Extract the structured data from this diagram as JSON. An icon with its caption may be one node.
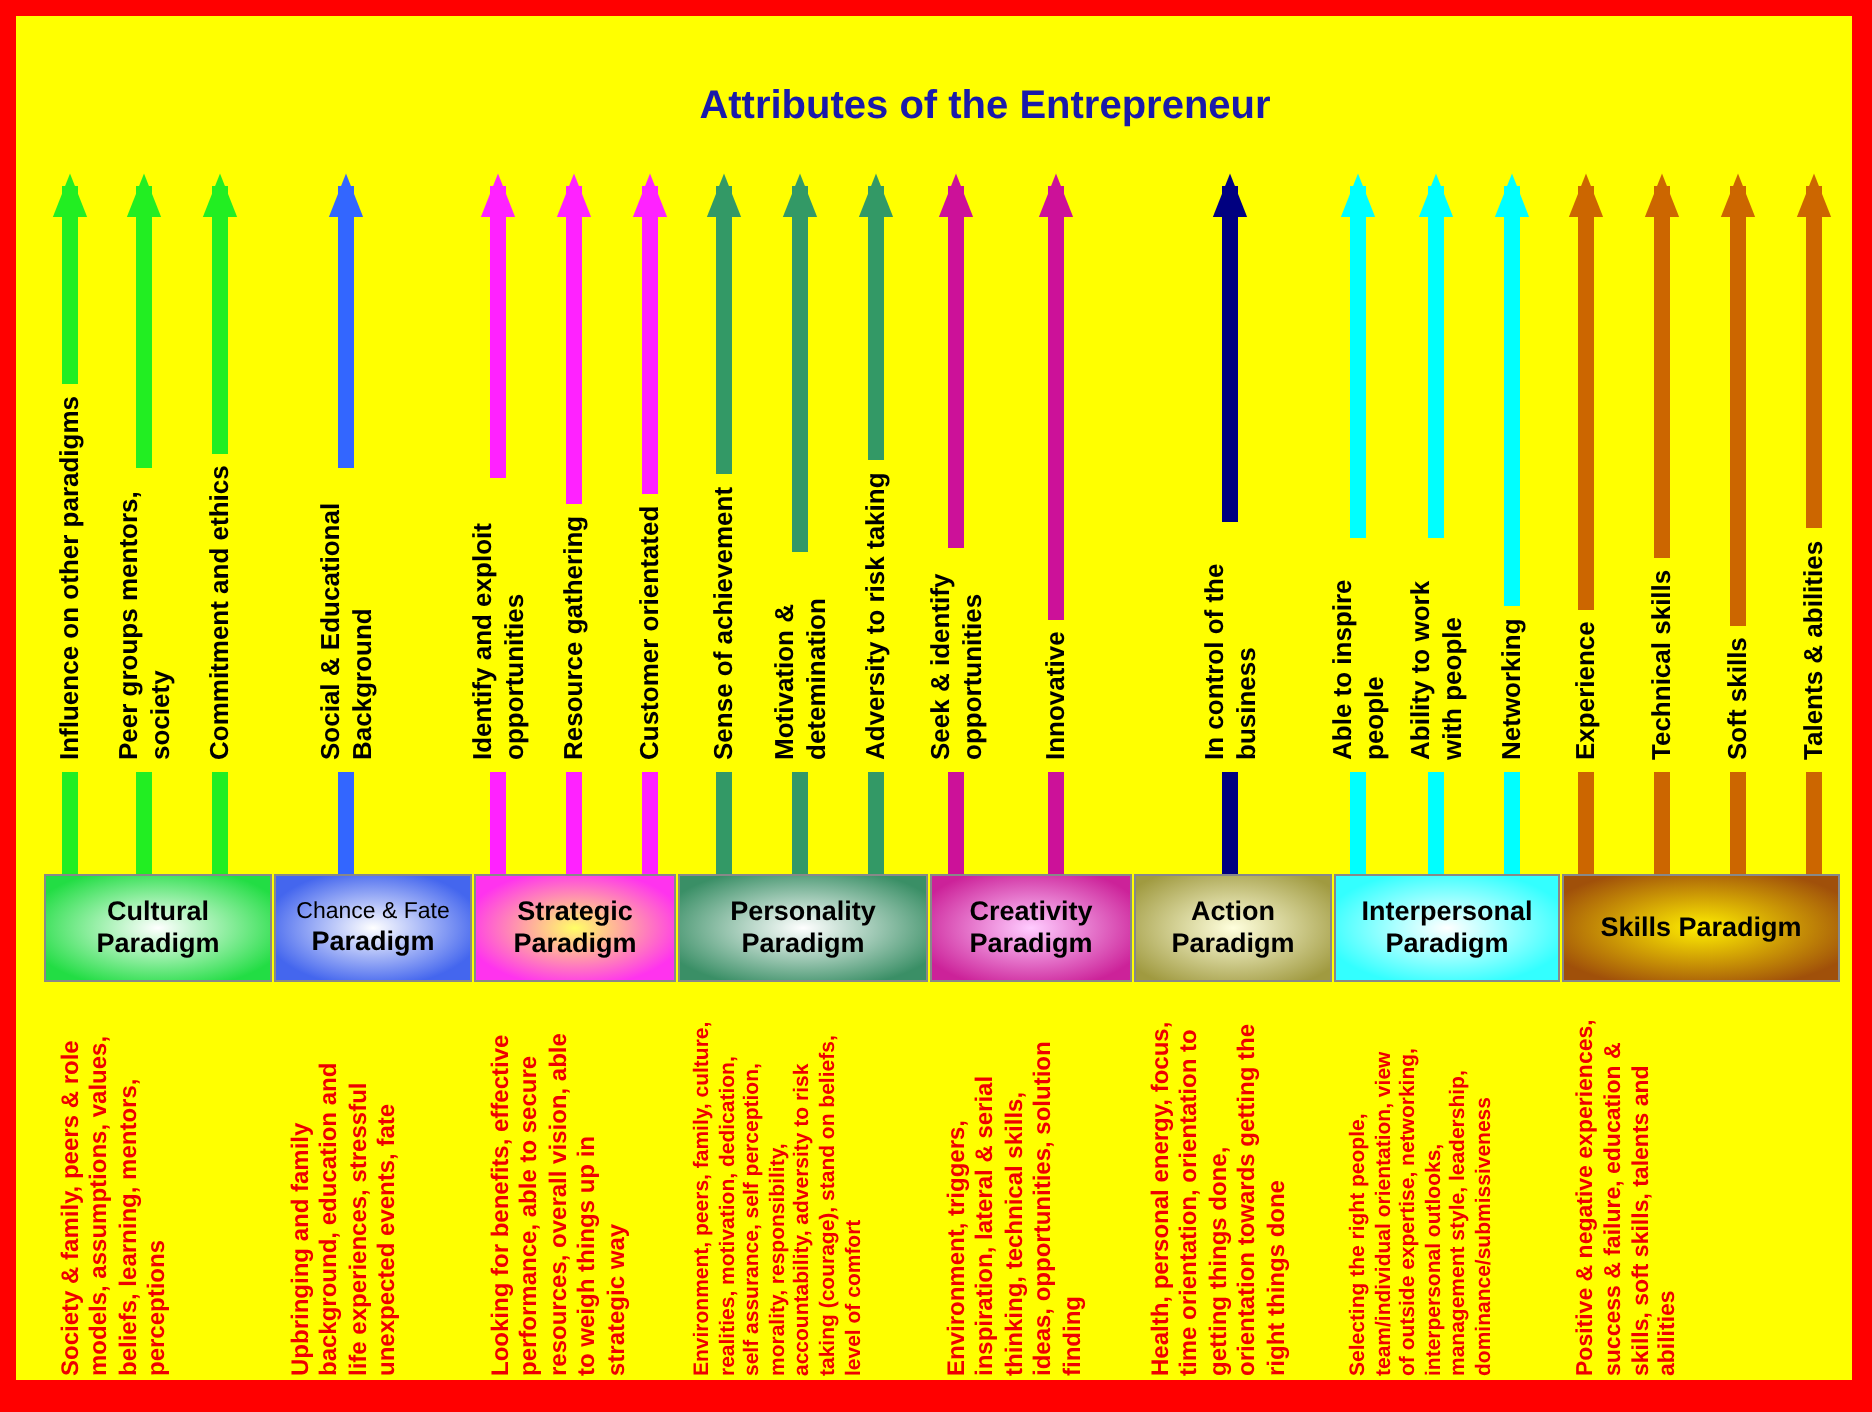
{
  "diagram": {
    "title": "Attributes of the Entrepreneur",
    "nodes": [
      {
        "text": [
          "Cultural Paradigm"
        ],
        "beside": [
          "Society & family, peers & role models, assumptions, values, beliefs, learning, mentors, perceptions"
        ]
      },
      {
        "text": [
          "Chance & Fate",
          "Paradigm"
        ],
        "beside": [
          "Upbringing and family background, education and life experiences, stressful unexpected events, fate"
        ]
      },
      {
        "text": [
          "Strategic Paradigm"
        ],
        "beside": [
          "Looking for benefits, effective performance, able to secure resources, overall vision, able to weigh things up in strategic way"
        ]
      },
      {
        "text": [
          "Personality Paradigm"
        ],
        "beside": [
          "Environment, peers, family, culture, realities, motivation, dedication, self assurance, self perception, morality, responsibility, accountability, adversity to risk taking (courage), stand on beliefs, level of comfort"
        ]
      },
      {
        "text": [
          "Creativity Paradigm"
        ],
        "beside": [
          "Environment, triggers, inspiration, lateral & serial thinking, technical skills, ideas, opportunities, solution finding"
        ]
      },
      {
        "text": [
          "Action Paradigm"
        ],
        "beside": [
          "Health, personal energy, focus, time orientation, orientation to getting things done, orientation towards getting the right things done"
        ]
      },
      {
        "text": [
          "Interpersonal Paradigm"
        ],
        "beside": [
          "Selecting the right people, team/individual orientation, view of outside expertise, networking, interpersonal outlooks, management style, leadership, dominance/submissiveness"
        ]
      },
      {
        "text": [
          "Skills Paradigm"
        ],
        "beside": [
          "Positive & negative experiences, success & failure, education & skills, soft skills, talents and abilities"
        ]
      }
    ],
    "edges": [
      {
        "from": 0,
        "to": null,
        "arrow": "to",
        "label": "Influence on other paradigms",
        "color": "#22ee22"
      },
      {
        "from": 0,
        "to": null,
        "arrow": "to",
        "label": "Peer groups mentors, society",
        "color": "#22ee22"
      },
      {
        "from": 0,
        "to": null,
        "arrow": "to",
        "label": "Commitment and ethics",
        "color": "#22ee22"
      },
      {
        "from": 1,
        "to": null,
        "arrow": "to",
        "label": "Social & Educational Background",
        "color": "#3366ff"
      },
      {
        "from": 2,
        "to": null,
        "arrow": "to",
        "label": "Identify and exploit opportunities",
        "color": "#ff22ff"
      },
      {
        "from": 2,
        "to": null,
        "arrow": "to",
        "label": "Resource gathering",
        "color": "#ff22ff"
      },
      {
        "from": 2,
        "to": null,
        "arrow": "to",
        "label": "Customer orientated",
        "color": "#ff22ff"
      },
      {
        "from": 3,
        "to": null,
        "arrow": "to",
        "label": "Sense of achievement",
        "color": "#339966"
      },
      {
        "from": 3,
        "to": null,
        "arrow": "to",
        "label": "Motivation & detemination",
        "color": "#339966"
      },
      {
        "from": 3,
        "to": null,
        "arrow": "to",
        "label": "Adversity to risk taking",
        "color": "#339966"
      },
      {
        "from": 4,
        "to": null,
        "arrow": "to",
        "label": "Seek & identify opportunities",
        "color": "#cc1199"
      },
      {
        "from": 4,
        "to": null,
        "arrow": "to",
        "label": "Innovative",
        "color": "#cc1199"
      },
      {
        "from": 5,
        "to": null,
        "arrow": "to",
        "label": "In control of the business",
        "color": "#000080"
      },
      {
        "from": 6,
        "to": null,
        "arrow": "to",
        "label": "Able to inspire people",
        "color": "#00ffff"
      },
      {
        "from": 6,
        "to": null,
        "arrow": "to",
        "label": "Ability to work with people",
        "color": "#00ffff"
      },
      {
        "from": 6,
        "to": null,
        "arrow": "to",
        "label": "Networking",
        "color": "#00ffff"
      },
      {
        "from": 7,
        "to": null,
        "arrow": "to",
        "label": "Experience",
        "color": "#cc6600"
      },
      {
        "from": 7,
        "to": null,
        "arrow": "to",
        "label": "Technical skills",
        "color": "#cc6600"
      },
      {
        "from": 7,
        "to": null,
        "arrow": "to",
        "label": "Soft skills",
        "color": "#cc6600"
      },
      {
        "from": 7,
        "to": null,
        "arrow": "to",
        "label": "Talents & abilities",
        "color": "#cc6600"
      }
    ]
  }
}
